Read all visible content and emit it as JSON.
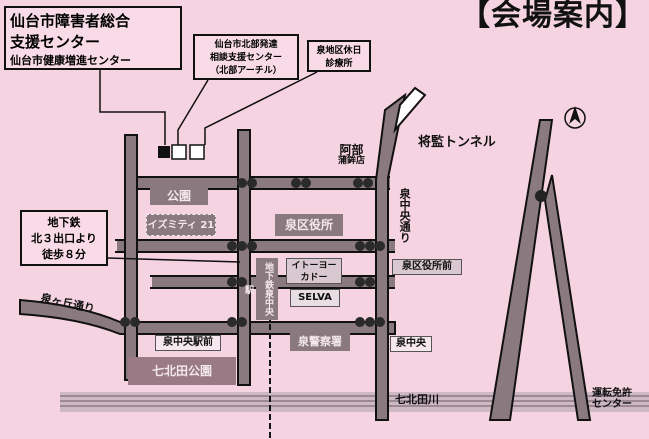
{
  "header": {
    "title": "【会場案内】"
  },
  "facilities": {
    "main_line1": "仙台市障害者総合",
    "main_line2": "支援センター",
    "main_line3": "仙台市健康増進センター",
    "north_line1": "仙台市北部発達",
    "north_line2": "相談支援センター",
    "north_line3": "（北部アーチル）",
    "clinic_line1": "泉地区休日",
    "clinic_line2": "診療所"
  },
  "places": {
    "aobe_line1": "阿部",
    "aobe_line2": "蒲鉾店",
    "tunnel": "将監トンネル",
    "park": "公園",
    "izumity": "イズミティ 21",
    "ward_office": "泉区役所",
    "ward_office_front": "泉区役所前",
    "store": "イトーヨーカドー",
    "selva": "SELVA",
    "izumi_chuo_street": "泉中央通り",
    "izumigaoka_street": "泉ヶ丘通り",
    "station_front": "泉中央駅前",
    "station": "地下鉄泉中央駅",
    "police": "泉警察署",
    "izumi_chuo": "泉中央",
    "nanakita_park": "七北田公園",
    "nanakita_river": "七北田川",
    "license_center_line1": "運転免許",
    "license_center_line2": "センター"
  },
  "subway_note": {
    "line1": "地下鉄",
    "line2": "北３出口より",
    "line3": "徒歩８分"
  },
  "compass": {
    "icon": "north-arrow-icon"
  },
  "colors": {
    "background": "#f5d3e1",
    "road": "#8a7a80",
    "signal": "#2a2a2a"
  }
}
